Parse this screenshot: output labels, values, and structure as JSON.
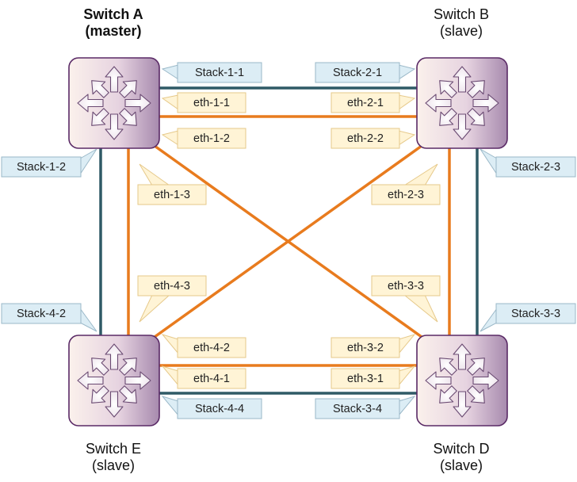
{
  "switches": {
    "a": {
      "name": "Switch A",
      "role": "(master)"
    },
    "b": {
      "name": "Switch B",
      "role": "(slave)"
    },
    "e": {
      "name": "Switch E",
      "role": "(slave)"
    },
    "d": {
      "name": "Switch D",
      "role": "(slave)"
    }
  },
  "ports": {
    "stack_1_1": "Stack-1-1",
    "stack_1_2": "Stack-1-2",
    "stack_2_1": "Stack-2-1",
    "stack_2_3": "Stack-2-3",
    "stack_3_3": "Stack-3-3",
    "stack_3_4": "Stack-3-4",
    "stack_4_2": "Stack-4-2",
    "stack_4_4": "Stack-4-4",
    "eth_1_1": "eth-1-1",
    "eth_1_2": "eth-1-2",
    "eth_1_3": "eth-1-3",
    "eth_2_1": "eth-2-1",
    "eth_2_2": "eth-2-2",
    "eth_2_3": "eth-2-3",
    "eth_3_1": "eth-3-1",
    "eth_3_2": "eth-3-2",
    "eth_3_3": "eth-3-3",
    "eth_4_1": "eth-4-1",
    "eth_4_2": "eth-4-2",
    "eth_4_3": "eth-4-3"
  },
  "colors": {
    "stack_link": "#2f5a66",
    "eth_link": "#e87b1e",
    "stack_label_fill": "#dcedf5",
    "stack_label_stroke": "#9ab8c8",
    "eth_label_fill": "#fff4d6",
    "eth_label_stroke": "#e6c98a",
    "switch_light": "#fbf1ec",
    "switch_dark": "#a78aae",
    "switch_border": "#5a2a66"
  }
}
